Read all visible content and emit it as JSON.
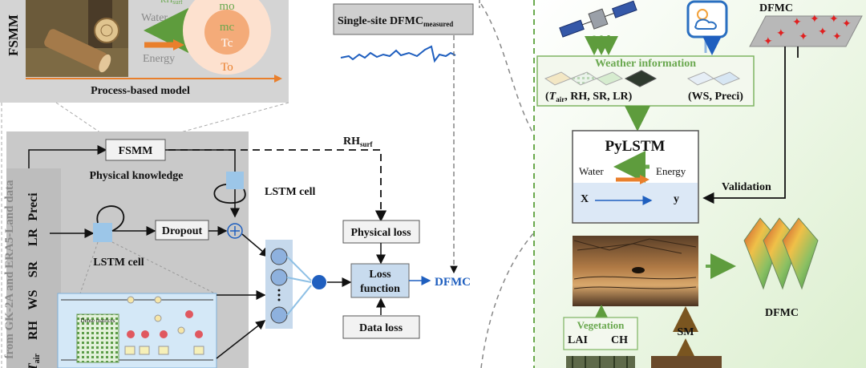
{
  "fsmm_panel": {
    "side_label": "FSMM",
    "water": "Water",
    "energy": "Energy",
    "rh_surf_partial": "RH",
    "rh_surf_sub": "surf",
    "circle_mo": "mo",
    "circle_mc": "mc",
    "circle_tc": "Tc",
    "circle_to": "To",
    "caption": "Process-based model"
  },
  "measured": {
    "label": "Single-site DFMC",
    "label_sub": "measured"
  },
  "model": {
    "data_source": "from GK-2A and ERA5-Land data",
    "inputs": [
      "Preci",
      "LR",
      "SR",
      "WS",
      "RH",
      "T"
    ],
    "t_sub": "air",
    "fsmm_box": "FSMM",
    "physical_knowledge": "Physical knowledge",
    "lstm_cell_top": "LSTM cell",
    "lstm_cell_bottom": "LSTM cell",
    "dropout": "Dropout",
    "rh_surf": "RH",
    "rh_surf_sub": "surf",
    "dense_matrices": "Dense matrices"
  },
  "loss": {
    "physical_loss": "Physical loss",
    "loss_function_line1": "Loss",
    "loss_function_line2": "function",
    "data_loss": "Data loss",
    "output": "DFMC"
  },
  "pylstm_panel": {
    "dfmc_top": "DFMC",
    "weather_info": "Weather information",
    "weather_left_a": "(",
    "weather_left_t": "T",
    "weather_left_sub": "air",
    "weather_left_b": ", RH, SR, LR)",
    "weather_right": "(WS, Preci)",
    "pylstm": "PyLSTM",
    "water": "Water",
    "energy": "Energy",
    "x": "X",
    "y": "y",
    "validation": "Validation",
    "vegetation": "Vegetation",
    "lai": "LAI",
    "ch": "CH",
    "sm": "SM",
    "dfmc_map": "DFMC"
  },
  "colors": {
    "green_arrow": "#6aa84f",
    "orange_arrow": "#e97f2c",
    "blue_arrow": "#1f5fbf",
    "dashed_green": "#5aa03a",
    "grey_panel": "#c9c9c9",
    "lstm_blue": "#9cc6e8"
  }
}
